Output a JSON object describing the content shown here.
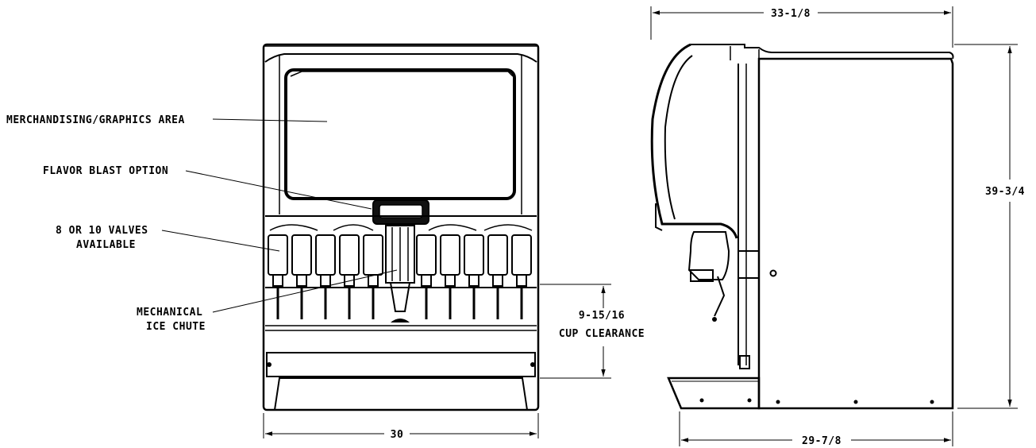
{
  "callouts": {
    "merchandising": "MERCHANDISING/GRAPHICS AREA",
    "flavor_blast": "FLAVOR BLAST OPTION",
    "valves_line1": "8 OR 10 VALVES",
    "valves_line2": "AVAILABLE",
    "ice_chute_line1": "MECHANICAL",
    "ice_chute_line2": "ICE CHUTE"
  },
  "dimensions": {
    "front_width": "30",
    "cup_clearance_value": "9-15/16",
    "cup_clearance_label": "CUP CLEARANCE",
    "side_top_depth": "33-1/8",
    "side_base_depth": "29-7/8",
    "side_height": "39-3/4"
  }
}
